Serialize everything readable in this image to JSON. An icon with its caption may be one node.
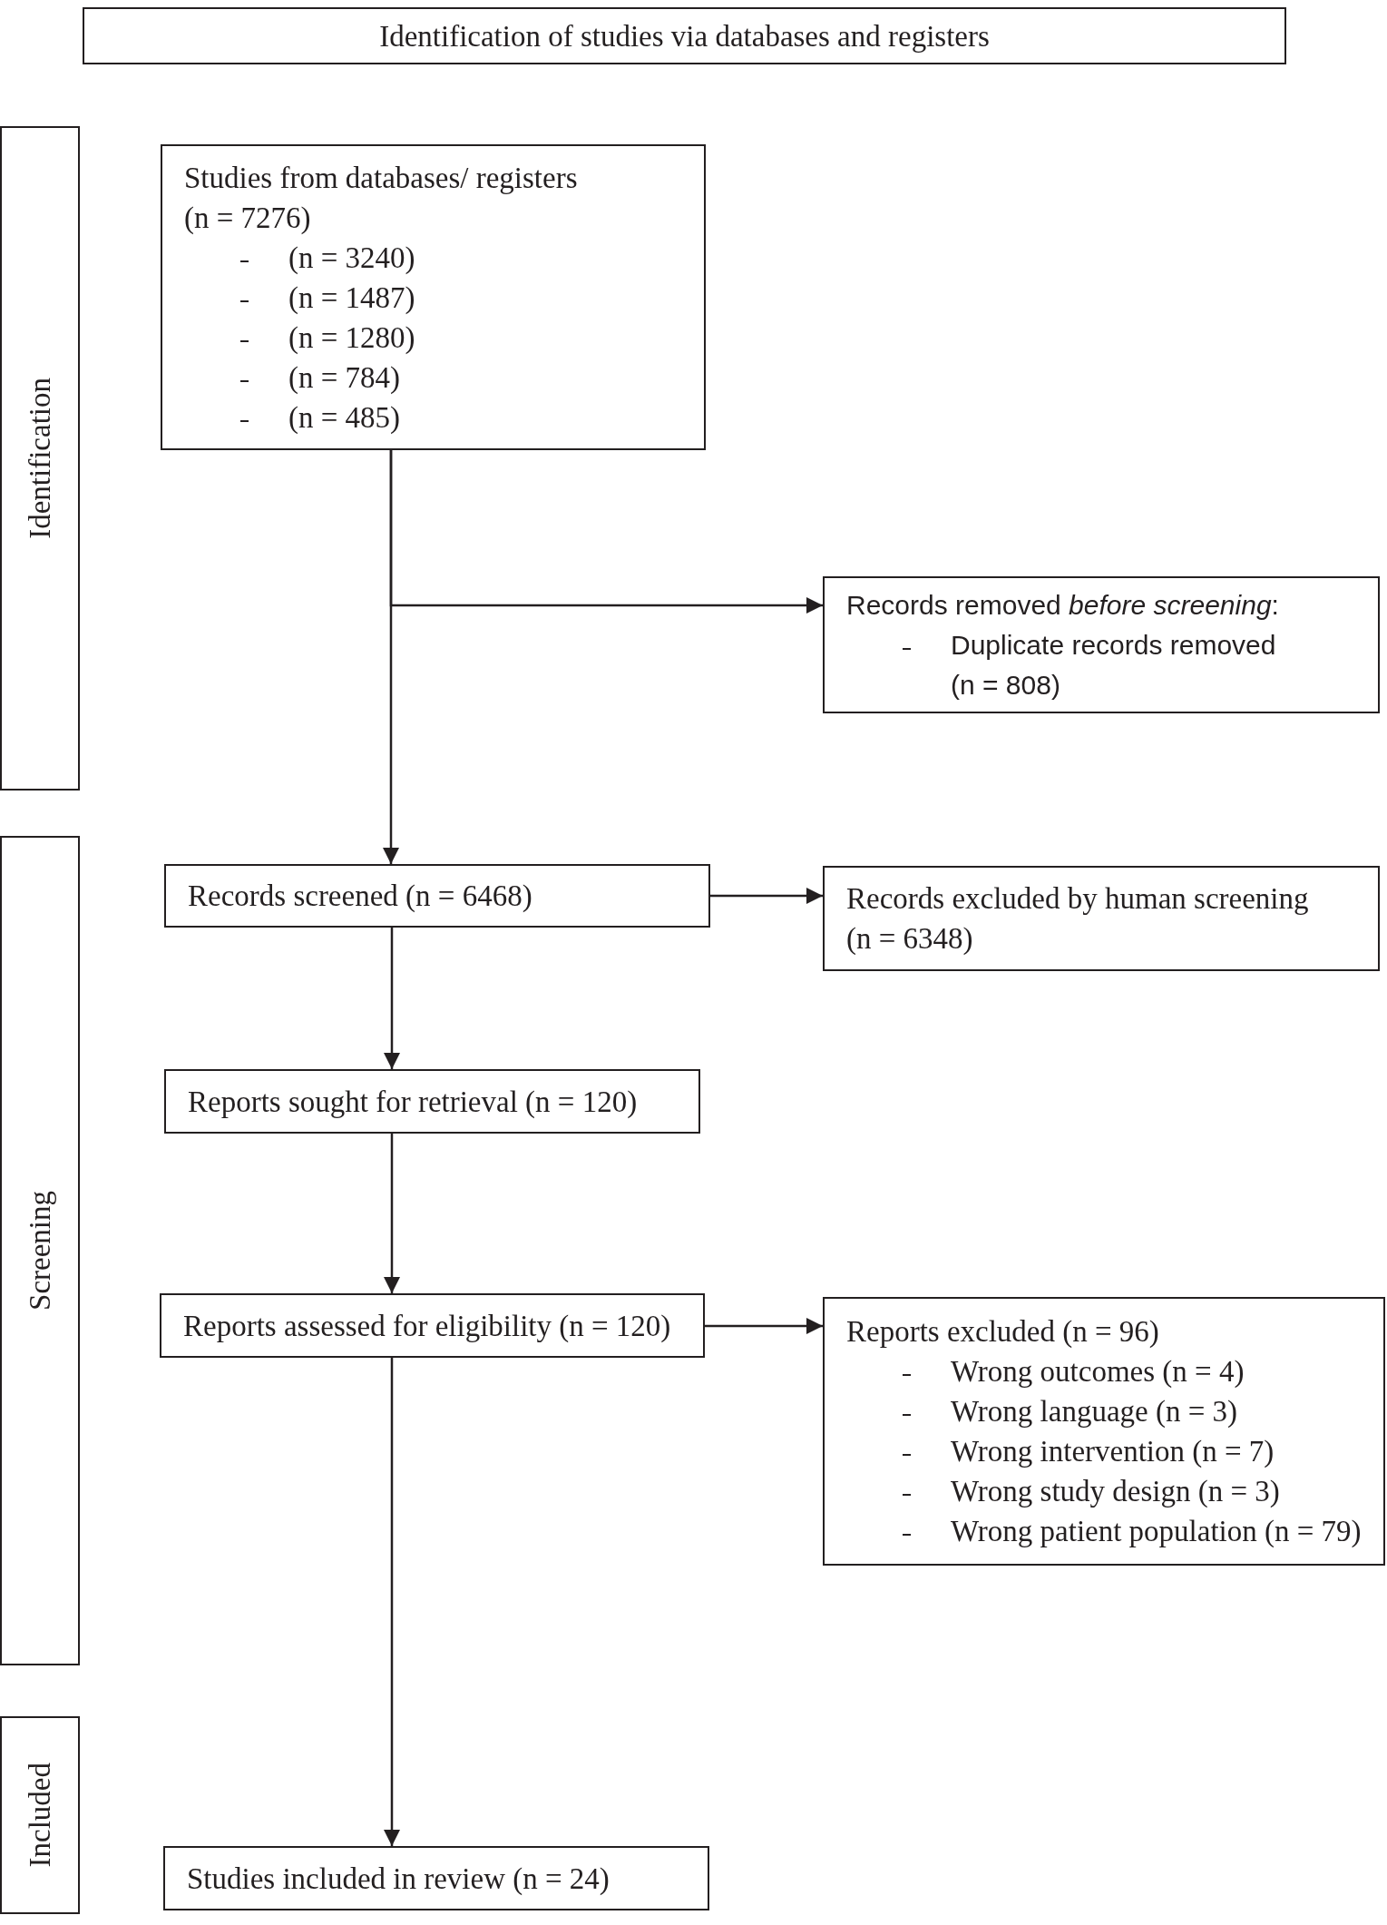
{
  "diagram": {
    "nodes": [
      {
        "text": [
          "Identification of studies via databases and registers"
        ]
      },
      {
        "text": [
          "Identification"
        ]
      },
      {
        "text": [
          "Screening"
        ]
      },
      {
        "text": [
          "Included"
        ]
      },
      {
        "text": [
          "Studies from databases/ registers (n = 7276)",
          "(n = 3240)",
          "(n = 1487)",
          "(n = 1280)",
          "(n = 784)",
          "(n = 485)"
        ]
      },
      {
        "text": [
          "Records removed *before screening*:",
          "Duplicate records removed (n = 808)"
        ]
      },
      {
        "text": [
          "Records screened (n = 6468)"
        ]
      },
      {
        "text": [
          "Records excluded by human screening (n = 6348)"
        ]
      },
      {
        "text": [
          "Reports sought for retrieval (n = 120)"
        ]
      },
      {
        "text": [
          "Reports assessed for eligibility (n = 120)"
        ]
      },
      {
        "text": [
          "Reports excluded (n = 96)",
          "Wrong outcomes (n = 4)",
          "Wrong language (n = 3)",
          "Wrong intervention (n = 7)",
          "Wrong study design (n = 3)",
          "Wrong patient population (n = 79)"
        ]
      },
      {
        "text": [
          "Studies included in review (n = 24)"
        ]
      }
    ],
    "edges": [
      {
        "from": 4,
        "to": 6,
        "arrow": "to"
      },
      {
        "from": 4,
        "to": 5,
        "arrow": "to"
      },
      {
        "from": 6,
        "to": 7,
        "arrow": "to"
      },
      {
        "from": 6,
        "to": 8,
        "arrow": "to"
      },
      {
        "from": 8,
        "to": 9,
        "arrow": "to"
      },
      {
        "from": 9,
        "to": 10,
        "arrow": "to"
      },
      {
        "from": 9,
        "to": 11,
        "arrow": "to"
      }
    ]
  }
}
